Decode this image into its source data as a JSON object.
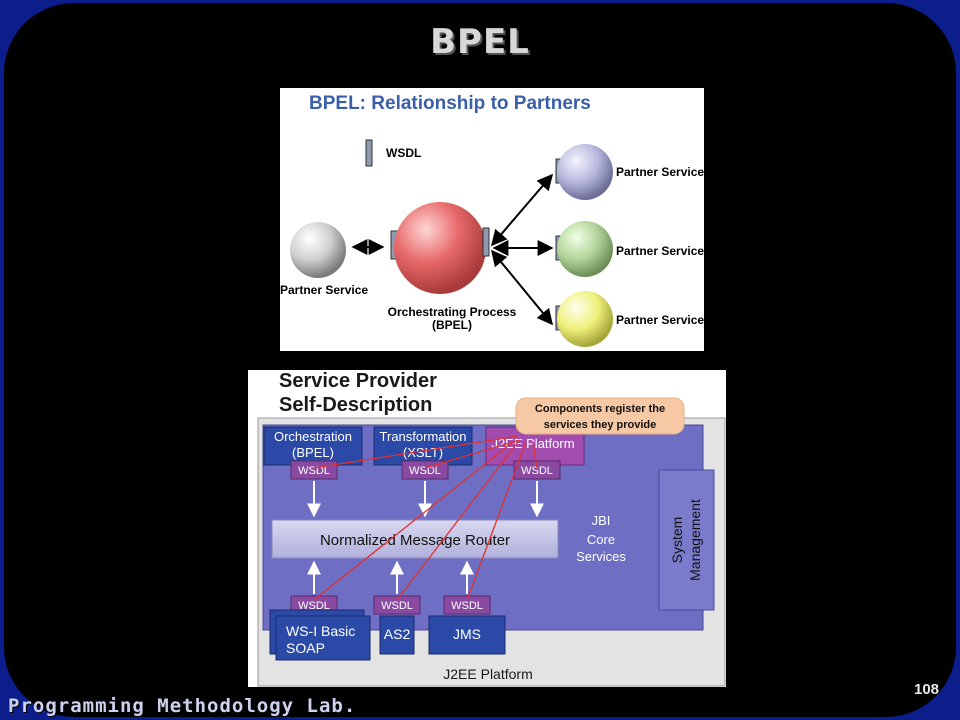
{
  "slide": {
    "title": "BPEL",
    "page_number": "108",
    "footer": "Programming Methodology Lab."
  },
  "diagram1": {
    "heading": "BPEL: Relationship to Partners",
    "wsdl_label": "WSDL",
    "left_partner_label": "Partner Service",
    "center_label_line1": "Orchestrating Process",
    "center_label_line2": "(BPEL)",
    "right_partners": [
      {
        "label": "Partner Service",
        "color": "#b7b8dc"
      },
      {
        "label": "Partner Service",
        "color": "#b3d49a"
      },
      {
        "label": "Partner Service",
        "color": "#eef07a"
      }
    ],
    "colors": {
      "left_partner": "#cfcfcf",
      "center": "#e86a6a",
      "wsdl": "#8e9aae"
    }
  },
  "diagram2": {
    "heading_line1": "Service Provider",
    "heading_line2": "Self-Description",
    "callout_line1": "Components register the",
    "callout_line2": "services they provide",
    "top_components": [
      {
        "line1": "Orchestration",
        "line2": "(BPEL)"
      },
      {
        "line1": "Transformation",
        "line2": "(XSLT)"
      },
      {
        "line1": "J2EE Platform",
        "line2": ""
      }
    ],
    "wsdl_tag": "WSDL",
    "router_label": "Normalized Message Router",
    "core_line1": "JBI",
    "core_line2": "Core",
    "core_line3": "Services",
    "system_line1": "System",
    "system_line2": "Management",
    "bottom_components": [
      {
        "line1": "WS-I Basic",
        "line2": "SOAP"
      },
      {
        "line1": "AS2",
        "line2": ""
      },
      {
        "line1": "JMS",
        "line2": ""
      }
    ],
    "platform_label": "J2EE Platform",
    "colors": {
      "jbi": "#6e6fc4",
      "component": "#2b4aa8",
      "wsdl": "#8a4aa2",
      "j2ee": "#a34cb0",
      "callout": "#f6c8a4",
      "link": "#e03030"
    }
  }
}
